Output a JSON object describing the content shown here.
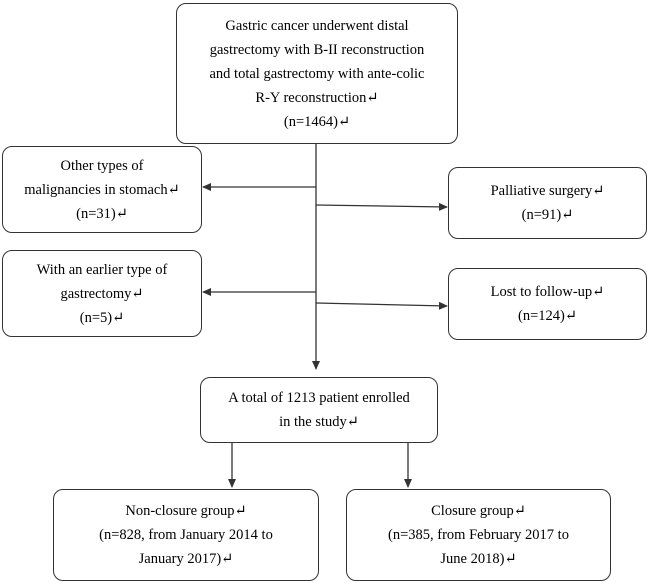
{
  "boxes": {
    "top": {
      "lines": [
        "Gastric cancer underwent distal",
        "gastrectomy with B-II reconstruction",
        "and total gastrectomy with ante-colic",
        "R-Y reconstruction↵",
        "(n=1464)↵"
      ]
    },
    "other_malignancies": {
      "lines": [
        "Other types of",
        "malignancies in stomach↵",
        "(n=31)↵"
      ]
    },
    "palliative": {
      "lines": [
        "Palliative surgery↵",
        "(n=91)↵"
      ]
    },
    "earlier_gastrectomy": {
      "lines": [
        "With an earlier type of",
        "gastrectomy↵",
        "(n=5)↵"
      ]
    },
    "lost_followup": {
      "lines": [
        "Lost to follow-up↵",
        "(n=124)↵"
      ]
    },
    "enrolled": {
      "lines": [
        "A total of 1213 patient enrolled",
        "in the study↵"
      ]
    },
    "non_closure": {
      "lines": [
        "Non-closure group↵",
        "(n=828, from January 2014 to",
        "January 2017)↵"
      ]
    },
    "closure": {
      "lines": [
        "Closure group↵",
        "(n=385, from February 2017 to",
        "June 2018)↵"
      ]
    }
  },
  "colors": {
    "stroke": "#333333",
    "fill": "#ffffff",
    "text": "#000000"
  }
}
